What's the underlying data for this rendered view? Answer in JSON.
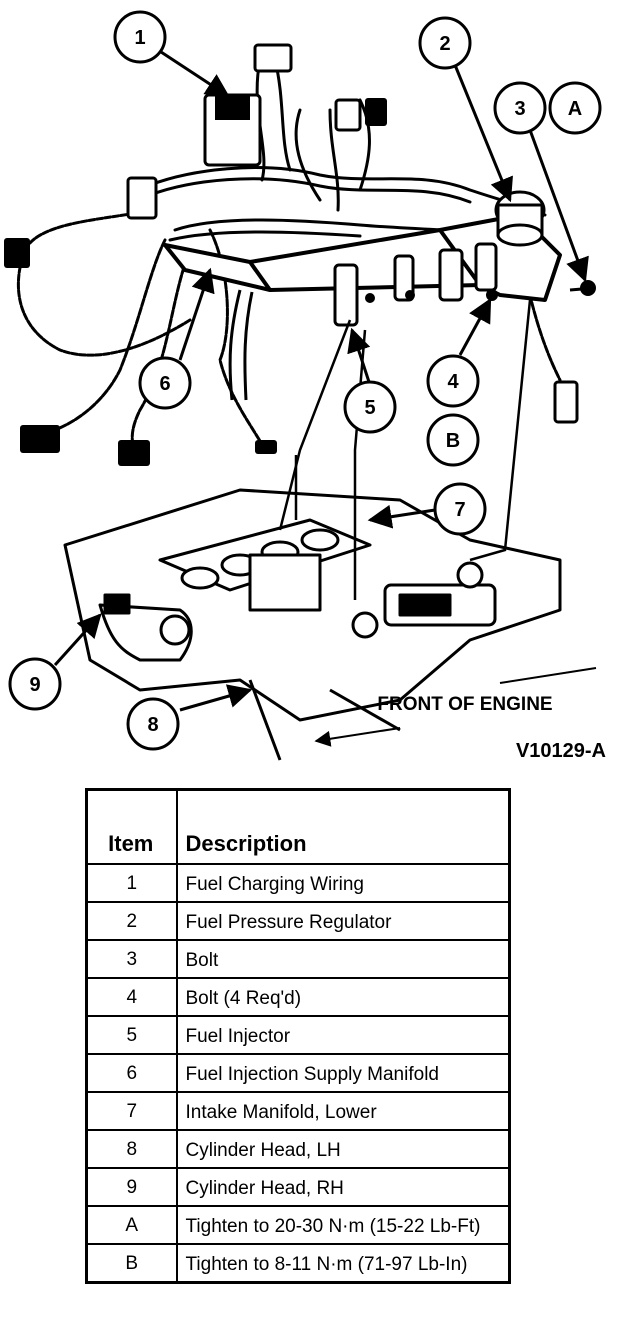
{
  "diagram": {
    "callouts": [
      {
        "id": "1"
      },
      {
        "id": "2"
      },
      {
        "id": "3"
      },
      {
        "id": "A"
      },
      {
        "id": "4"
      },
      {
        "id": "5"
      },
      {
        "id": "B"
      },
      {
        "id": "6"
      },
      {
        "id": "7"
      },
      {
        "id": "8"
      },
      {
        "id": "9"
      }
    ],
    "front_label": "FRONT OF ENGINE",
    "figure_id": "V10129-A"
  },
  "legend": {
    "headers": {
      "item": "Item",
      "description": "Description"
    },
    "rows": [
      {
        "item": "1",
        "description": "Fuel Charging Wiring"
      },
      {
        "item": "2",
        "description": "Fuel Pressure Regulator"
      },
      {
        "item": "3",
        "description": "Bolt"
      },
      {
        "item": "4",
        "description": "Bolt (4 Req'd)"
      },
      {
        "item": "5",
        "description": "Fuel Injector"
      },
      {
        "item": "6",
        "description": "Fuel Injection Supply Manifold"
      },
      {
        "item": "7",
        "description": "Intake Manifold, Lower"
      },
      {
        "item": "8",
        "description": "Cylinder Head, LH"
      },
      {
        "item": "9",
        "description": "Cylinder Head, RH"
      },
      {
        "item": "A",
        "description": "Tighten to 20-30 N·m (15-22 Lb-Ft)"
      },
      {
        "item": "B",
        "description": "Tighten to 8-11 N·m (71-97 Lb-In)"
      }
    ]
  }
}
